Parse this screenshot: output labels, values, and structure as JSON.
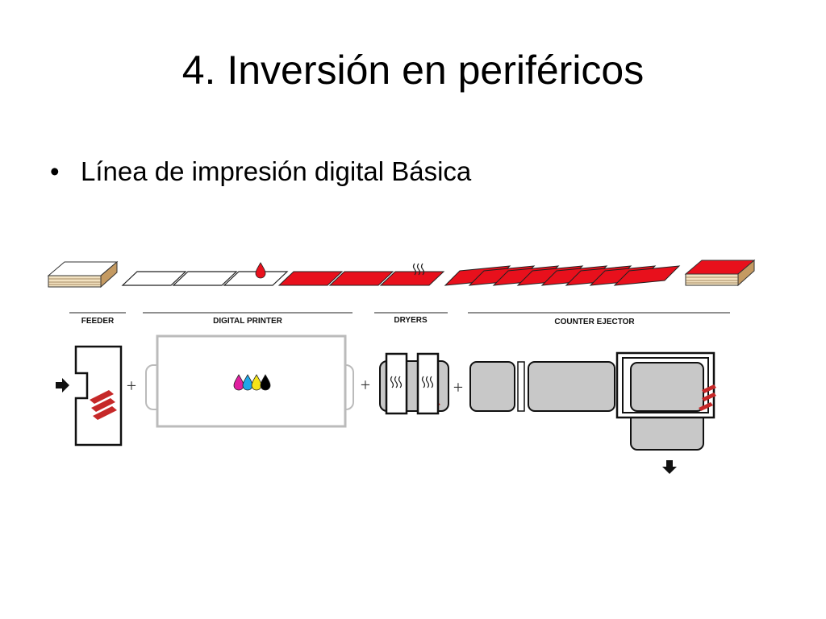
{
  "slide": {
    "title": "4. Inversión en periféricos",
    "bullet": "Línea de impresión digital Básica"
  },
  "diagram": {
    "stations": [
      "FEEDER",
      "DIGITAL PRINTER",
      "DRYERS",
      "COUNTER EJECTOR"
    ],
    "connector_symbol": "+",
    "icons": [
      "input-arrow-icon",
      "ink-drop-icon",
      "heat-waves-icon",
      "cmyk-ink-drops-icon",
      "output-arrow-icon"
    ],
    "colors": {
      "printed_sheet": "#e8101c",
      "machine_body": "#c8c8c8",
      "stack_side": "#c49a62",
      "cyan": "#1fa6e8",
      "magenta": "#e01fa0",
      "yellow": "#f5e41a",
      "black": "#000000"
    }
  }
}
